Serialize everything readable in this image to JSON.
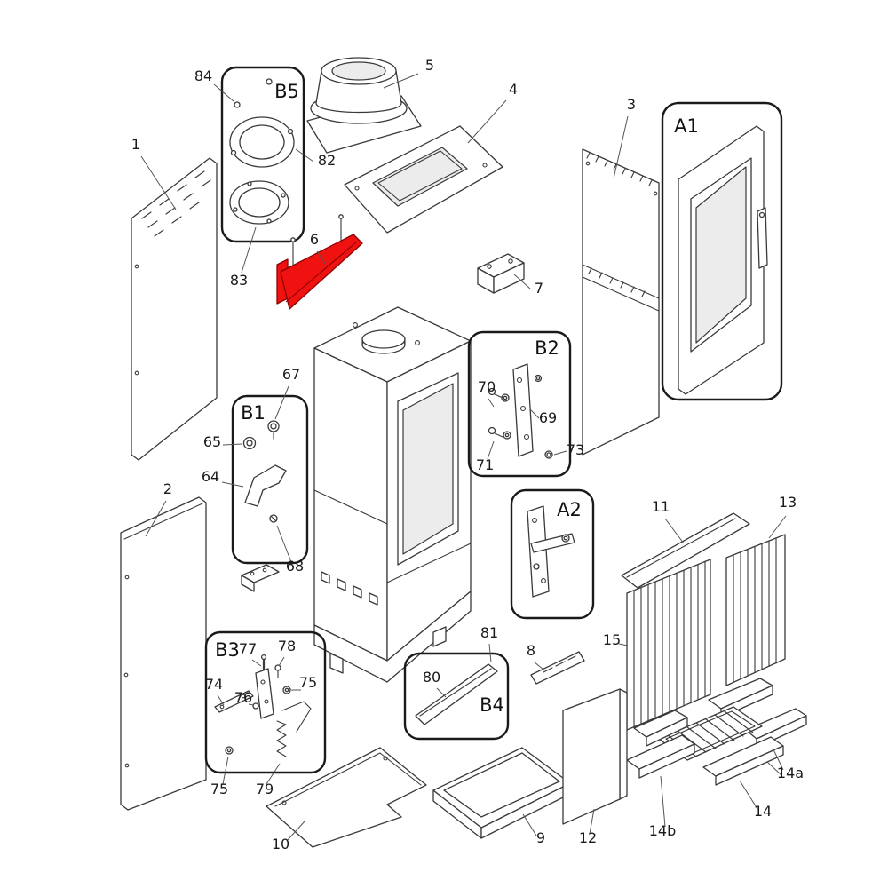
{
  "diagram": {
    "kind": "exploded parts diagram",
    "subject": "stove / heater assembly",
    "background_color": "#ffffff",
    "line_color": "#3a3a3a",
    "highlight_color": "#f01111",
    "highlighted_part": "6"
  },
  "groups": {
    "A1": "A1",
    "A2": "A2",
    "B1": "B1",
    "B2": "B2",
    "B3": "B3",
    "B4": "B4",
    "B5": "B5"
  },
  "callouts": {
    "1": "1",
    "2": "2",
    "3": "3",
    "4": "4",
    "5": "5",
    "6": "6",
    "7": "7",
    "8": "8",
    "9": "9",
    "10": "10",
    "11": "11",
    "12": "12",
    "13": "13",
    "14": "14",
    "14a": "14a",
    "14b": "14b",
    "15": "15",
    "64": "64",
    "65": "65",
    "67": "67",
    "68": "68",
    "69": "69",
    "70": "70",
    "71": "71",
    "73": "73",
    "74": "74",
    "75a": "75",
    "75b": "75",
    "76": "76",
    "77": "77",
    "78": "78",
    "79": "79",
    "80": "80",
    "81": "81",
    "82": "82",
    "83": "83",
    "84": "84"
  }
}
